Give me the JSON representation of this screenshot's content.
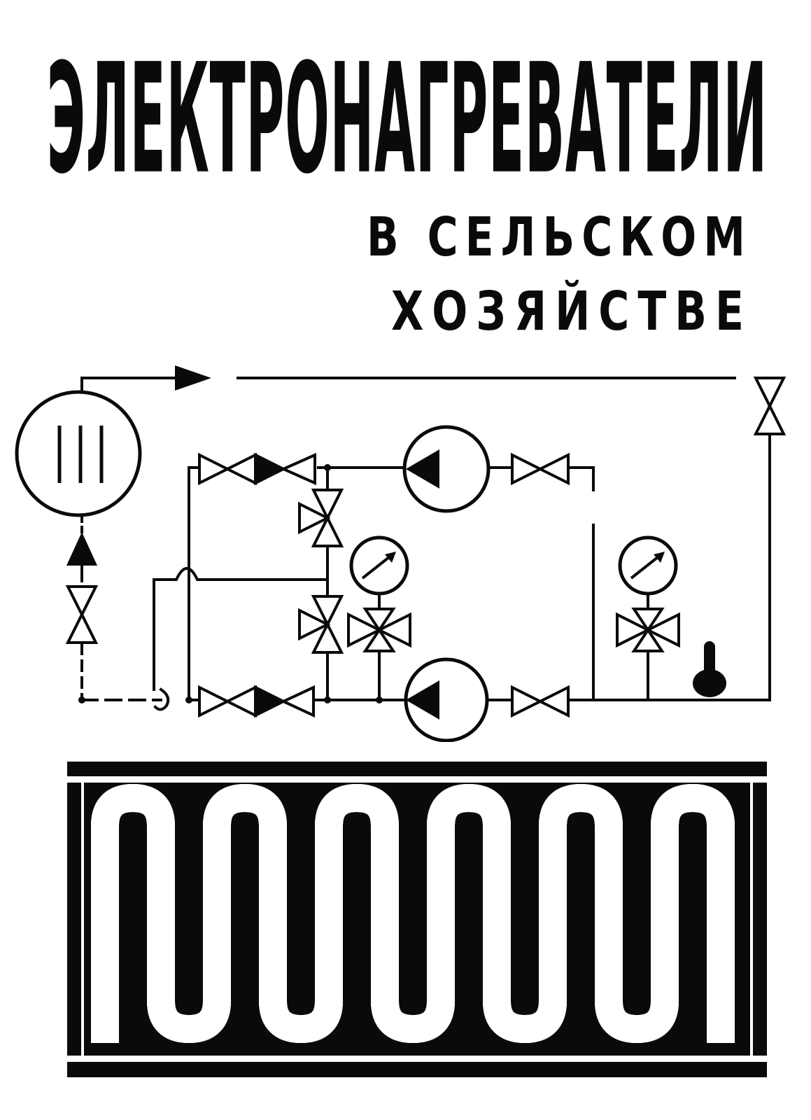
{
  "cover": {
    "title": "ЭЛЕКТРОНАГРЕВАТЕЛИ",
    "subtitle_line1": "В СЕЛЬСКОМ",
    "subtitle_line2": "ХОЗЯЙСТВЕ",
    "heater_symbol": "III",
    "ink_color": "#0a0a0a",
    "paper_color": "#ffffff"
  },
  "illustration": {
    "diagram_icons": [
      "heater-icon",
      "pump-icon",
      "valve-icon",
      "pressure-gauge-icon",
      "thermometer-icon",
      "arrow-icon"
    ],
    "heating_element_icon": "serpentine-heating-element-icon"
  }
}
